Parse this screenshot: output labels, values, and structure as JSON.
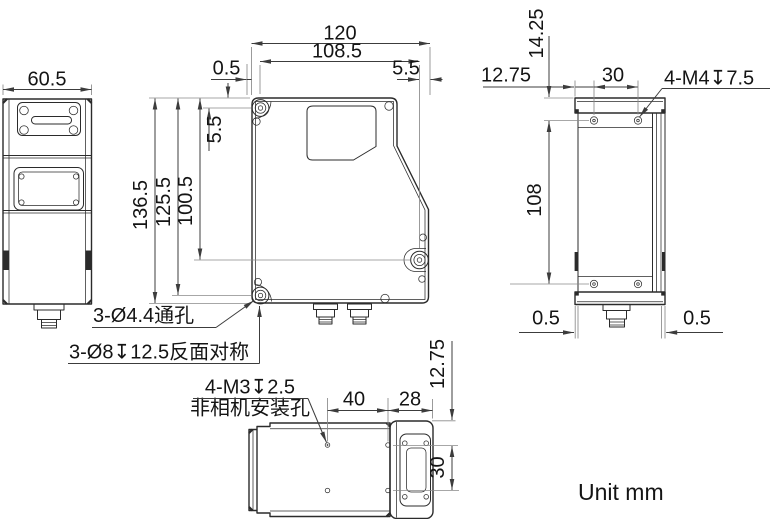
{
  "drawing": {
    "unit_note": "Unit mm"
  },
  "left_view": {
    "dim_width": "60.5"
  },
  "front_view": {
    "dim_overall_width": "120",
    "dim_hole_span": "108.5",
    "dim_edge_offset": "0.5",
    "dim_top_hole_offset": "5.5",
    "dim_right_hole_offset": "5.5",
    "dim_overall_height": "136.5",
    "dim_lower_hole_height": "125.5",
    "dim_right_hole_height": "100.5",
    "note_through_holes": "3-Ø4.4通孔",
    "note_counterbore_holes": "3-Ø8↧12.5反面对称"
  },
  "side_view": {
    "dim_top_offset": "14.25",
    "dim_hole_edge_offset": "12.75",
    "dim_hole_span": "30",
    "dim_hole_rows": "108",
    "dim_left_overhang": "0.5",
    "dim_right_overhang": "0.5",
    "note_thread": "4-M4↧7.5"
  },
  "bottom_view": {
    "dim_hole_span": "40",
    "dim_hole_to_edge": "28",
    "dim_hole_edge_offset": "12.75",
    "dim_hole_rows": "30",
    "note_thread": "4-M3↧2.5",
    "note_thread_caption": "非相机安装孔"
  }
}
